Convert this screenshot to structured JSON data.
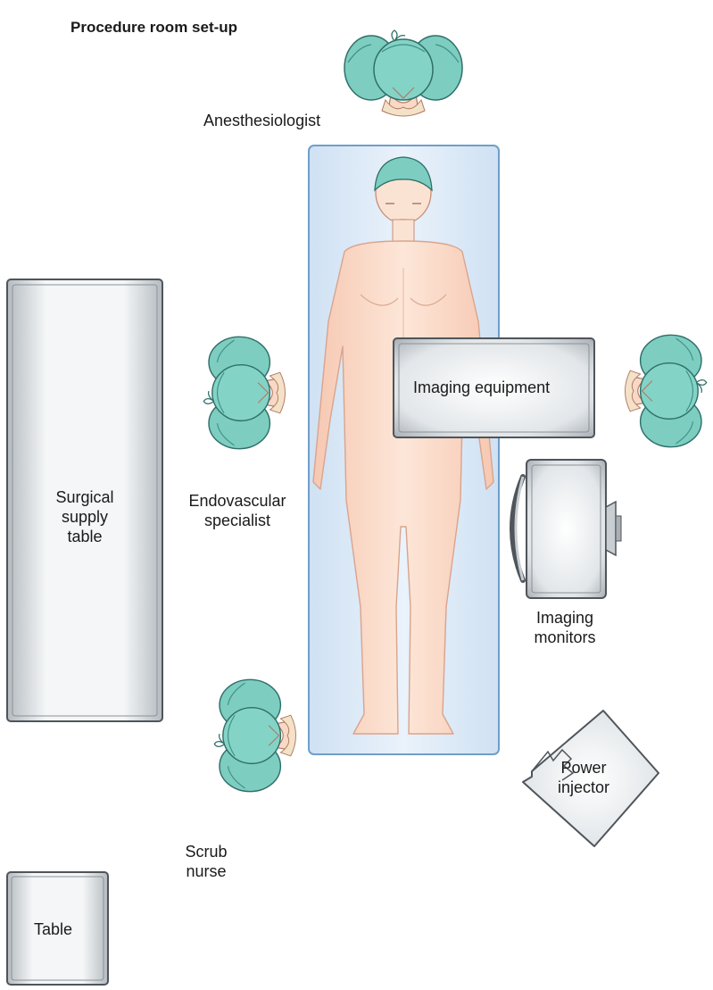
{
  "title": "Procedure room set-up",
  "labels": {
    "anesthesiologist": "Anesthesiologist",
    "imaging_equipment": "Imaging equipment",
    "surgical_supply_table_1": "Surgical",
    "surgical_supply_table_2": "supply",
    "surgical_supply_table_3": "table",
    "endovascular_1": "Endovascular",
    "endovascular_2": "specialist",
    "imaging_monitors_1": "Imaging",
    "imaging_monitors_2": "monitors",
    "power_injector_1": "Power",
    "power_injector_2": "injector",
    "scrub_nurse_1": "Scrub",
    "scrub_nurse_2": "nurse",
    "table": "Table"
  },
  "colors": {
    "gown": "#7dcdc1",
    "gown_dark": "#3f8f86",
    "skin": "#f9d9c6",
    "skin_line": "#d9a48c",
    "bed": "#dfecf8",
    "bed_border": "#6f9fc9",
    "equipment": "#dfe3e6",
    "equipment_border": "#5b6166"
  }
}
